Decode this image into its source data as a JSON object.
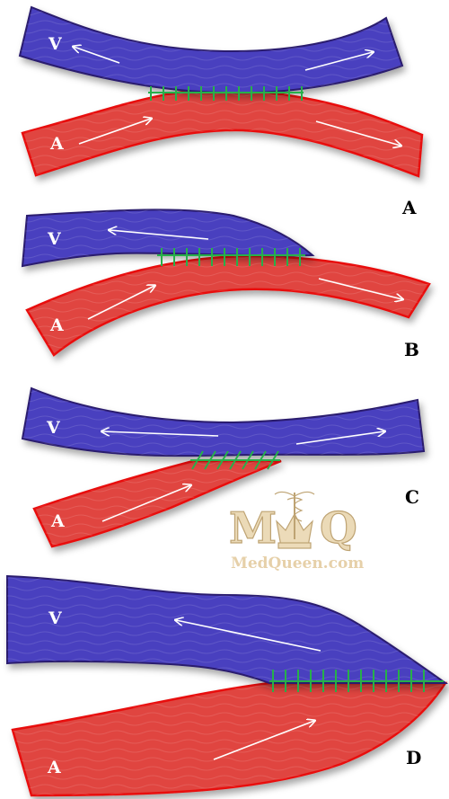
{
  "colors": {
    "vein_fill": "#4a3fbf",
    "vein_stroke": "#2a1b6e",
    "artery_fill": "#e0443f",
    "artery_stroke": "#e8100c",
    "suture": "#27b04a",
    "arrow": "#ffffff",
    "watermark": "#d8c08c"
  },
  "vessel_labels": {
    "vein": "V",
    "artery": "A"
  },
  "panels": [
    {
      "label": "A"
    },
    {
      "label": "B"
    },
    {
      "label": "C"
    },
    {
      "label": "D"
    }
  ],
  "watermark": {
    "letter_left": "M",
    "letter_right": "Q",
    "site": "MedQueen.com",
    "icon": "crown-caduceus-icon"
  }
}
